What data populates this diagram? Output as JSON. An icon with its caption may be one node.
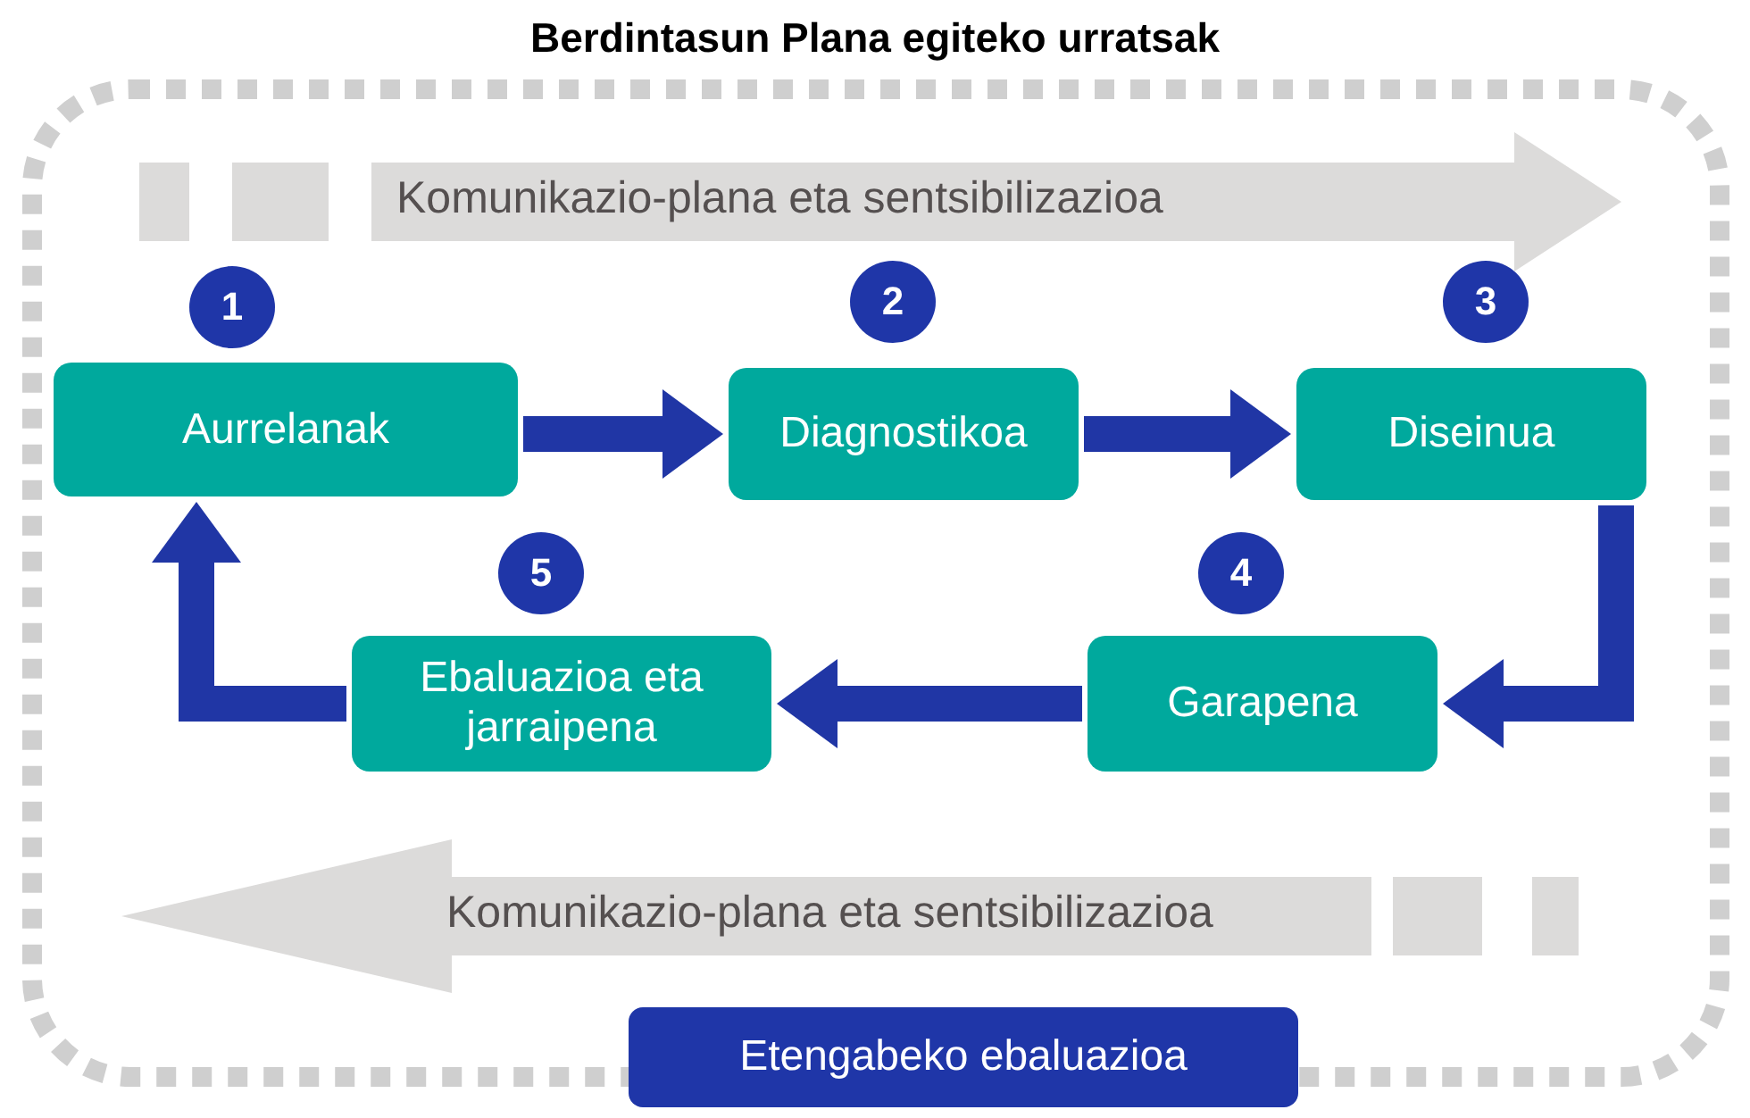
{
  "diagram": {
    "title": "Berdintasun Plana egiteko urratsak",
    "nodes": [
      {
        "text": [
          "Komunikazio-plana eta sentsibilizazioa"
        ]
      },
      {
        "text": [
          "1"
        ]
      },
      {
        "text": [
          "2"
        ]
      },
      {
        "text": [
          "3"
        ]
      },
      {
        "text": [
          "Aurrelanak"
        ]
      },
      {
        "text": [
          "Diagnostikoa"
        ]
      },
      {
        "text": [
          "Diseinua"
        ]
      },
      {
        "text": [
          "5"
        ]
      },
      {
        "text": [
          "4"
        ]
      },
      {
        "text": [
          "Ebaluazioa eta jarraipena"
        ]
      },
      {
        "text": [
          "Garapena"
        ]
      },
      {
        "text": [
          "Komunikazio-plana eta sentsibilizazioa"
        ]
      },
      {
        "text": [
          "Etengabeko ebaluazioa"
        ]
      }
    ],
    "edges": [
      {
        "from": 4,
        "to": 5,
        "arrow": "to"
      },
      {
        "from": 5,
        "to": 6,
        "arrow": "to"
      },
      {
        "from": 6,
        "to": 10,
        "arrow": "to"
      },
      {
        "from": 10,
        "to": 9,
        "arrow": "to"
      },
      {
        "from": 9,
        "to": 4,
        "arrow": "to"
      }
    ]
  }
}
